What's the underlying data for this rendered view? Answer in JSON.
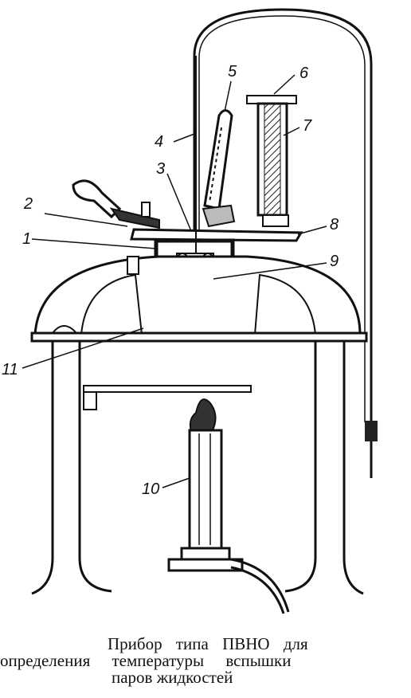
{
  "figure": {
    "labels": [
      "1",
      "2",
      "3",
      "4",
      "5",
      "6",
      "7",
      "8",
      "9",
      "10",
      "11"
    ],
    "caption": {
      "line1": "Прибор типа ПВНО для",
      "line2": "определения температуры вспышки",
      "line3": "паров жидкостей"
    }
  },
  "colors": {
    "ink": "#111111",
    "hatch": "#222222",
    "paper": "#ffffff"
  }
}
